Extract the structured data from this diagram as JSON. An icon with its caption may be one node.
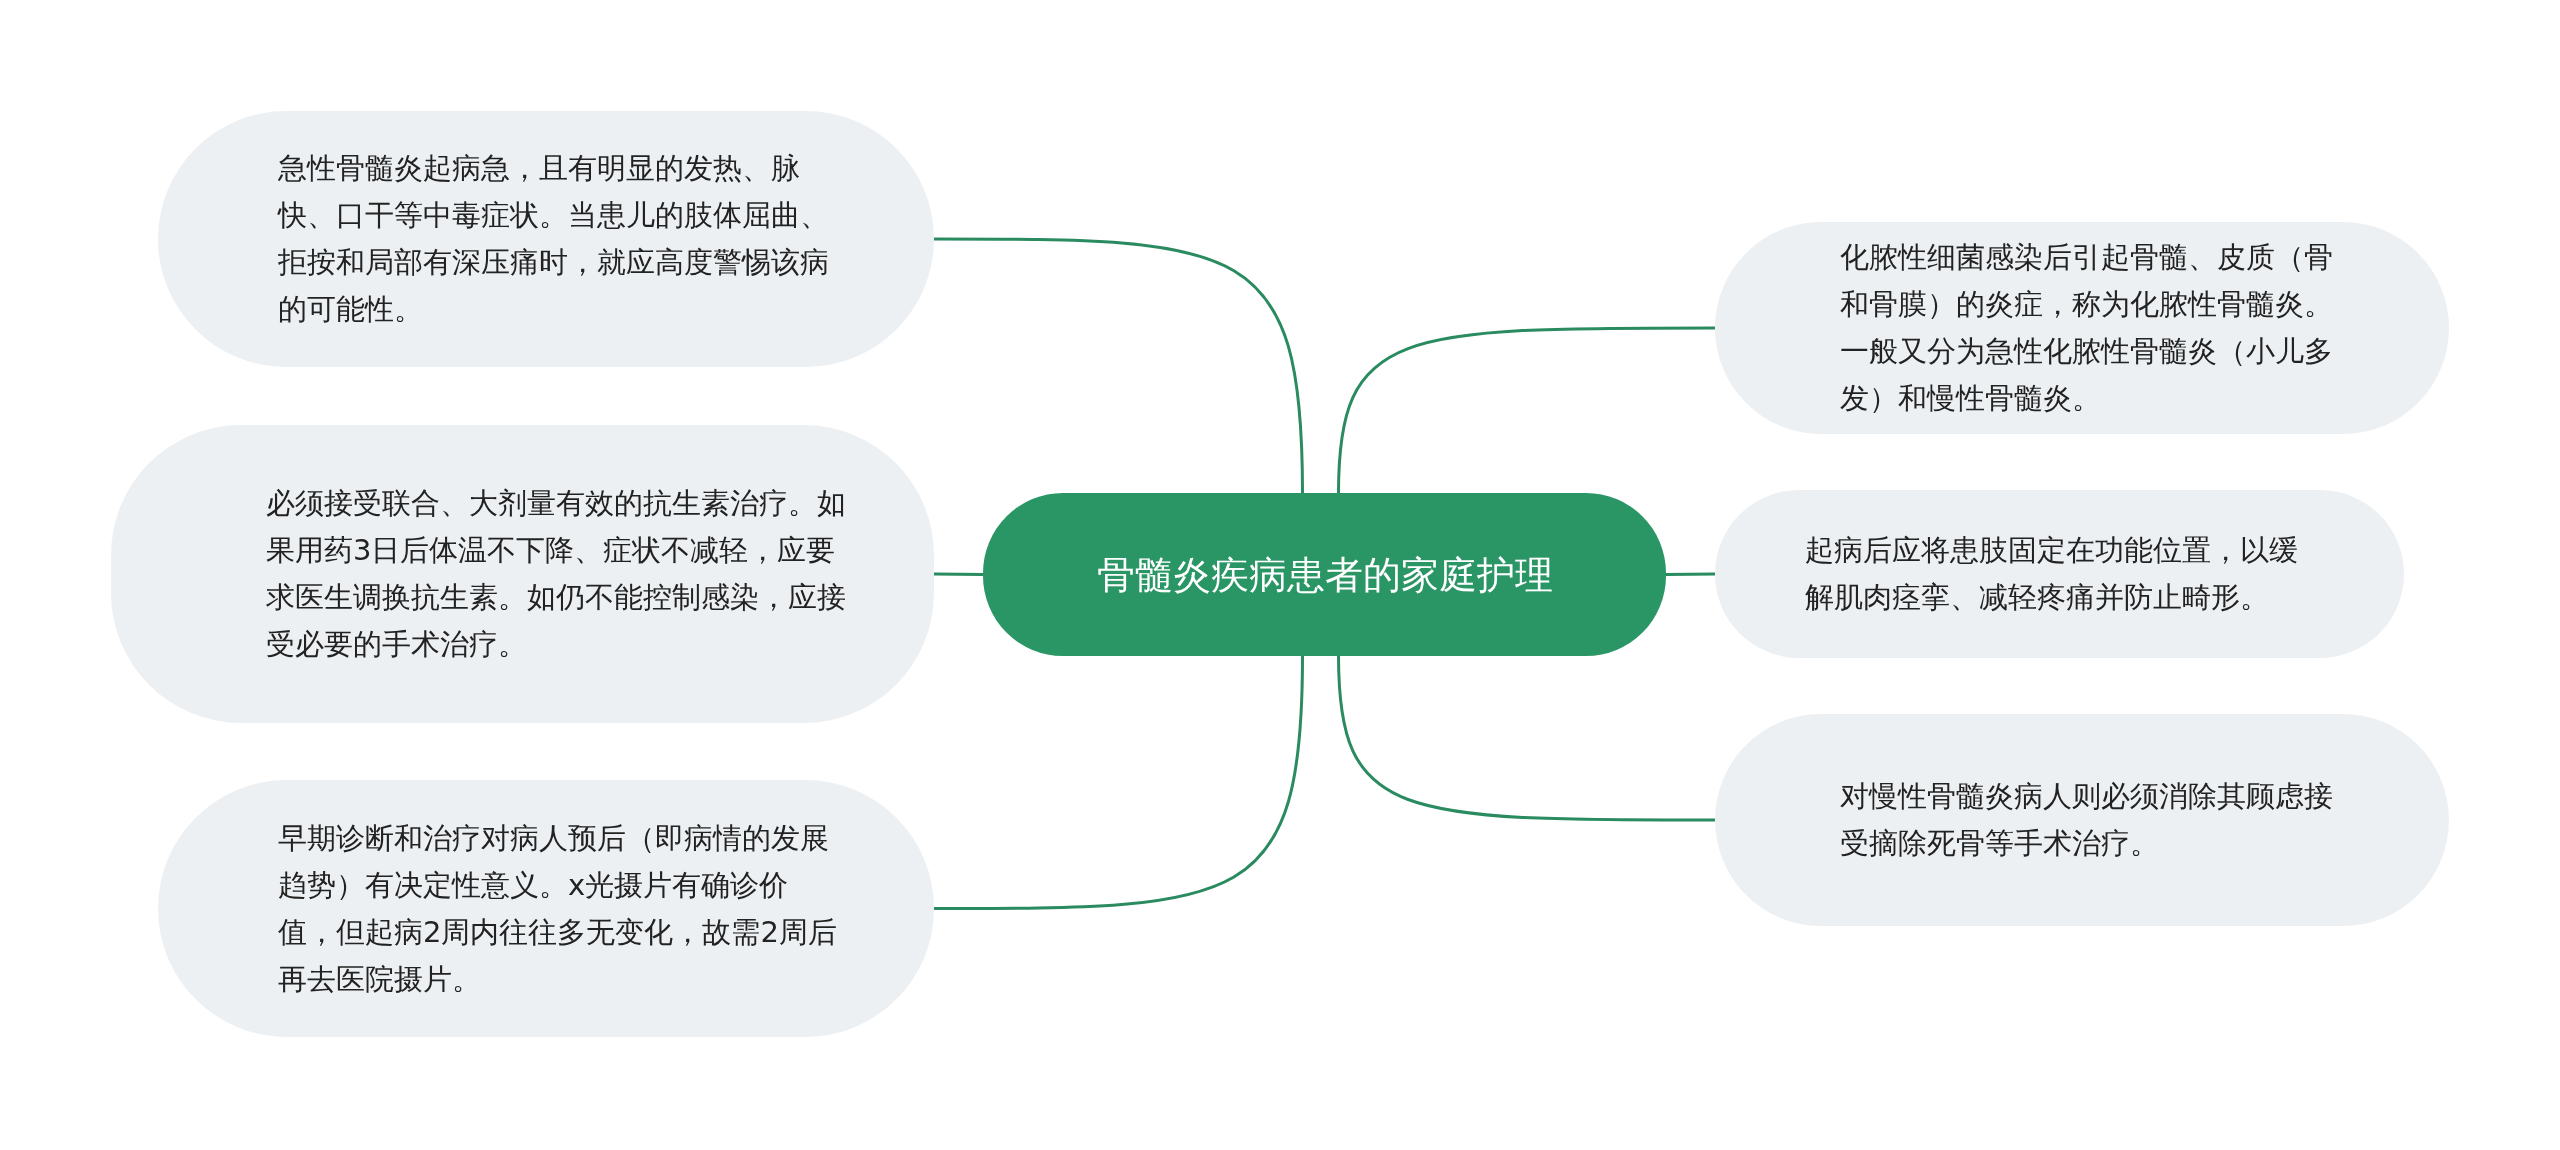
{
  "diagram": {
    "nodes": [
      {
        "text": [
          "骨髓炎疾病患者的家庭护理"
        ]
      },
      {
        "text": [
          "急性骨髓炎起病急，且有明显的发热、脉快、口干等中毒症状。当患儿的肢体屈曲、拒按和局部有深压痛时，就应高度警惕该病的可能性。"
        ]
      },
      {
        "text": [
          "必须接受联合、大剂量有效的抗生素治疗。如果用药3日后体温不下降、症状不减轻，应要求医生调换抗生素。如仍不能控制感染，应接受必要的手术治疗。"
        ]
      },
      {
        "text": [
          "早期诊断和治疗对病人预后（即病情的发展趋势）有决定性意义。x光摄片有确诊价值，但起病2周内往往多无变化，故需2周后再去医院摄片。"
        ]
      },
      {
        "text": [
          "化脓性细菌感染后引起骨髓、皮质（骨和骨膜）的炎症，称为化脓性骨髓炎。一般又分为急性化脓性骨髓炎（小儿多发）和慢性骨髓炎。"
        ]
      },
      {
        "text": [
          "起病后应将患肢固定在功能位置，以缓解肌肉痉挛、减轻疼痛并防止畸形。"
        ]
      },
      {
        "text": [
          "对慢性骨髓炎病人则必须消除其顾虑接受摘除死骨等手术治疗。"
        ]
      }
    ],
    "edges": [
      {
        "from": 0,
        "to": 1,
        "arrow": "none"
      },
      {
        "from": 0,
        "to": 2,
        "arrow": "none"
      },
      {
        "from": 0,
        "to": 3,
        "arrow": "none"
      },
      {
        "from": 0,
        "to": 4,
        "arrow": "none"
      },
      {
        "from": 0,
        "to": 5,
        "arrow": "none"
      },
      {
        "from": 0,
        "to": 6,
        "arrow": "none"
      }
    ]
  }
}
